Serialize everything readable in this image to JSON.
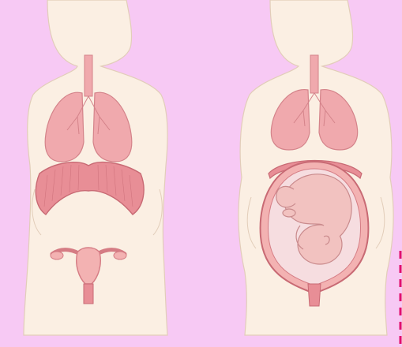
{
  "figures": [
    {
      "id": "non-pregnant",
      "organs": [
        "lungs",
        "trachea",
        "diaphragm",
        "uterus"
      ]
    },
    {
      "id": "pregnant",
      "organs": [
        "lungs",
        "trachea",
        "diaphragm",
        "uterus",
        "fetus"
      ]
    }
  ],
  "colors": {
    "background": "#f7c9f4",
    "skin": "#fbefe3",
    "skin_outline": "#e2cdb9",
    "lung": "#f0a9ad",
    "lung_outline": "#d4838a",
    "diaphragm": "#e88e96",
    "diaphragm_outline": "#c86a74",
    "uterus": "#f3b2b2",
    "uterus_wall": "#d57c84",
    "amniotic": "#f6dde0",
    "fetus": "#f2c2c0",
    "fetus_outline": "#c98a8c",
    "accent_dash": "#e0106e"
  }
}
